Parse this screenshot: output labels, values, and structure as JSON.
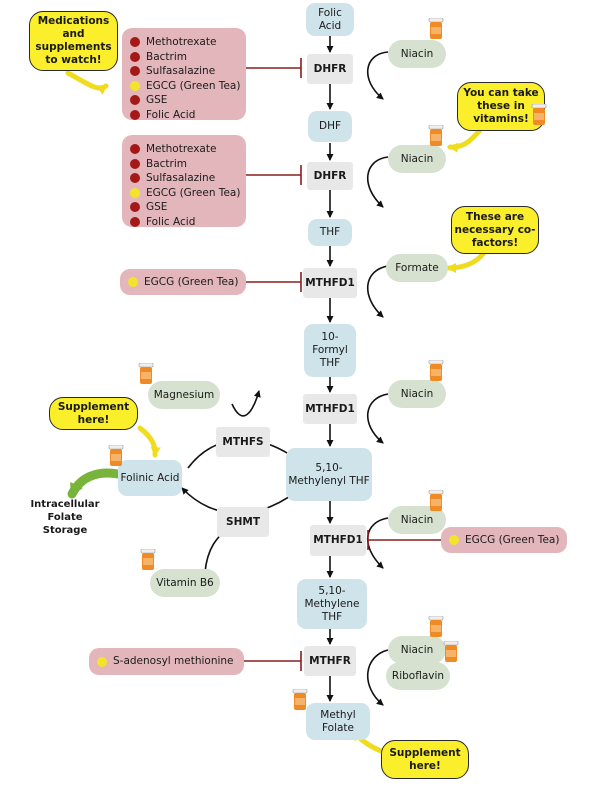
{
  "colors": {
    "inhibitor_dot": "#a41818",
    "green_tea_dot": "#f5e32a",
    "metabolite_fill": "#cfe3ea",
    "cofactor_fill": "#d6e2cf",
    "inhibitor_fill": "#e3b6bc",
    "callout_fill": "#fbee2a",
    "storage_arrow": "#78b43c"
  },
  "icons": {
    "supplement": "pill-bottle-icon"
  },
  "callouts": {
    "medications": "Medications and supplements to watch!",
    "vitamins": "You can take these in vitamins!",
    "cofactors": "These are necessary co-factors!",
    "supplement_folinic": "Supplement here!",
    "supplement_methyl": "Supplement here!"
  },
  "inhibitor_list_1": [
    "Methotrexate",
    "Bactrim",
    "Sulfasalazine",
    "EGCG (Green Tea)",
    "GSE",
    "Folic Acid"
  ],
  "inhibitor_list_2": [
    "Methotrexate",
    "Bactrim",
    "Sulfasalazine",
    "EGCG (Green Tea)",
    "GSE",
    "Folic Acid"
  ],
  "inhibitors": {
    "mthfd1_a": "EGCG (Green Tea)",
    "mthfd1_c": "EGCG (Green Tea)",
    "mthfr": "S-adenosyl methionine"
  },
  "metabolites": {
    "folic_acid": "Folic Acid",
    "dhf": "DHF",
    "thf": "THF",
    "formyl_thf": "10- Formyl THF",
    "methylenyl_thf": "5,10- Methylenyl THF",
    "methylene_thf": "5,10- Methylene THF",
    "methyl_folate": "Methyl Folate",
    "folinic_acid": "Folinic Acid"
  },
  "enzymes": {
    "dhfr_1": "DHFR",
    "dhfr_2": "DHFR",
    "mthfd1_a": "MTHFD1",
    "mthfd1_b": "MTHFD1",
    "mthfd1_c": "MTHFD1",
    "mthfr": "MTHFR",
    "mthfs": "MTHFS",
    "shmt": "SHMT"
  },
  "cofactors": {
    "niacin_1": "Niacin",
    "niacin_2": "Niacin",
    "formate": "Formate",
    "niacin_3": "Niacin",
    "magnesium": "Magnesium",
    "niacin_4": "Niacin",
    "vitamin_b6": "Vitamin B6",
    "niacin_5": "Niacin",
    "riboflavin": "Riboflavin"
  },
  "storage": "Intracellular Folate Storage"
}
